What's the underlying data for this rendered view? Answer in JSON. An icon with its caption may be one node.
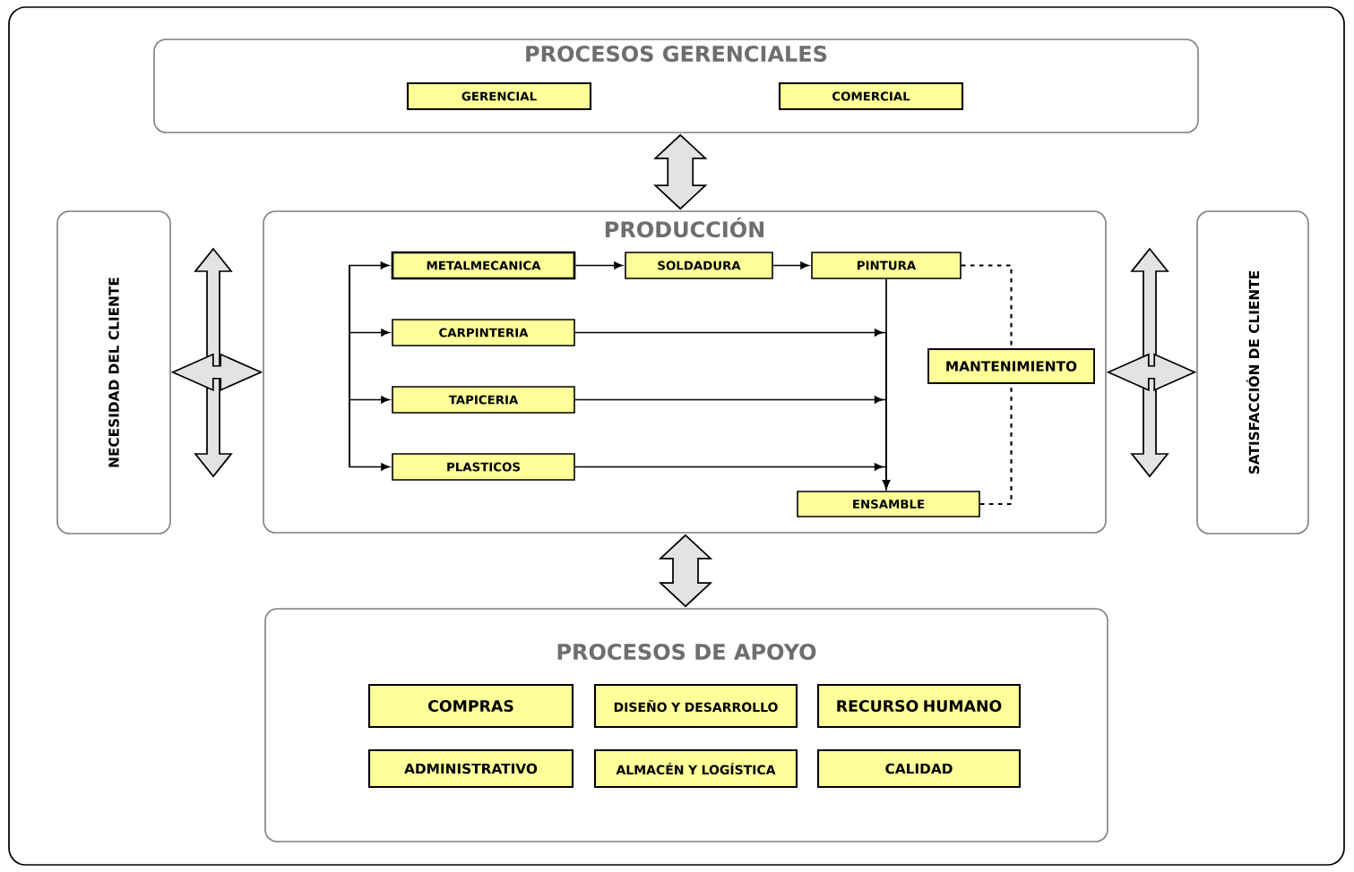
{
  "diagram": {
    "nodes": [
      {
        "text": [
          "PROCESOS GERENCIALES"
        ]
      },
      {
        "text": [
          "GERENCIAL"
        ],
        "in": 0
      },
      {
        "text": [
          "COMERCIAL"
        ],
        "in": 0
      },
      {
        "text": [
          "NECESIDAD DEL CLIENTE"
        ]
      },
      {
        "text": [
          "PRODUCCIÓN"
        ]
      },
      {
        "text": [
          "METALMECANICA"
        ],
        "in": 4
      },
      {
        "text": [
          "SOLDADURA"
        ],
        "in": 4
      },
      {
        "text": [
          "PINTURA"
        ],
        "in": 4
      },
      {
        "text": [
          "CARPINTERIA"
        ],
        "in": 4
      },
      {
        "text": [
          "TAPICERIA"
        ],
        "in": 4
      },
      {
        "text": [
          "PLASTICOS"
        ],
        "in": 4
      },
      {
        "text": [
          "MANTENIMIENTO"
        ],
        "in": 4
      },
      {
        "text": [
          "ENSAMBLE"
        ],
        "in": 4
      },
      {
        "text": [
          "SATISFACCIÓN DE CLIENTE"
        ]
      },
      {
        "text": [
          "PROCESOS DE APOYO"
        ]
      },
      {
        "text": [
          "COMPRAS"
        ],
        "in": 14
      },
      {
        "text": [
          "DISEÑO Y DESARROLLO"
        ],
        "in": 14
      },
      {
        "text": [
          "RECURSO HUMANO"
        ],
        "in": 14
      },
      {
        "text": [
          "ADMINISTRATIVO"
        ],
        "in": 14
      },
      {
        "text": [
          "ALMACÉN Y LOGÍSTICA"
        ],
        "in": 14
      },
      {
        "text": [
          "CALIDAD"
        ],
        "in": 14
      }
    ],
    "edges": [
      {
        "from": 0,
        "to": 4,
        "arrow": "both",
        "style": "thick"
      },
      {
        "from": 3,
        "to": 4,
        "arrow": "both",
        "style": "thick"
      },
      {
        "from": 4,
        "to": 13,
        "arrow": "both",
        "style": "thick"
      },
      {
        "from": 4,
        "to": 14,
        "arrow": "both",
        "style": "thick"
      },
      {
        "from": null,
        "to": 5,
        "arrow": "to"
      },
      {
        "from": null,
        "to": 8,
        "arrow": "to"
      },
      {
        "from": null,
        "to": 9,
        "arrow": "to"
      },
      {
        "from": null,
        "to": 10,
        "arrow": "to"
      },
      {
        "from": 5,
        "to": 6,
        "arrow": "to"
      },
      {
        "from": 6,
        "to": 7,
        "arrow": "to"
      },
      {
        "from": 7,
        "to": 12,
        "arrow": "to"
      },
      {
        "from": 8,
        "to": 12,
        "arrow": "to"
      },
      {
        "from": 9,
        "to": 12,
        "arrow": "to"
      },
      {
        "from": 10,
        "to": 12,
        "arrow": "to"
      },
      {
        "from": 7,
        "to": 11,
        "arrow": "none",
        "style": "dashed"
      },
      {
        "from": 12,
        "to": 11,
        "arrow": "none",
        "style": "dashed"
      }
    ]
  }
}
